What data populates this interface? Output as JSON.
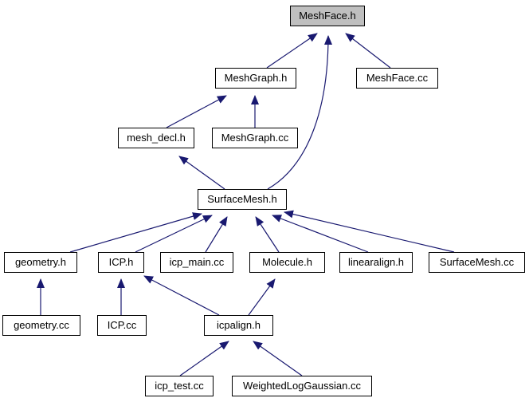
{
  "graph": {
    "nodes": {
      "meshface_h": "MeshFace.h",
      "meshgraph_h": "MeshGraph.h",
      "meshface_cc": "MeshFace.cc",
      "mesh_decl_h": "mesh_decl.h",
      "meshgraph_cc": "MeshGraph.cc",
      "surfacemesh_h": "SurfaceMesh.h",
      "geometry_h": "geometry.h",
      "icp_h": "ICP.h",
      "icp_main_cc": "icp_main.cc",
      "molecule_h": "Molecule.h",
      "linearalign_h": "linearalign.h",
      "surfacemesh_cc": "SurfaceMesh.cc",
      "geometry_cc": "geometry.cc",
      "icp_cc": "ICP.cc",
      "icpalign_h": "icpalign.h",
      "icp_test_cc": "icp_test.cc",
      "weighted_cc": "WeightedLogGaussian.cc"
    },
    "edges": [
      [
        "meshgraph_h",
        "meshface_h"
      ],
      [
        "meshface_cc",
        "meshface_h"
      ],
      [
        "surfacemesh_h",
        "meshface_h"
      ],
      [
        "mesh_decl_h",
        "meshgraph_h"
      ],
      [
        "meshgraph_cc",
        "meshgraph_h"
      ],
      [
        "surfacemesh_h",
        "mesh_decl_h"
      ],
      [
        "geometry_h",
        "surfacemesh_h"
      ],
      [
        "icp_h",
        "surfacemesh_h"
      ],
      [
        "icp_main_cc",
        "surfacemesh_h"
      ],
      [
        "molecule_h",
        "surfacemesh_h"
      ],
      [
        "linearalign_h",
        "surfacemesh_h"
      ],
      [
        "surfacemesh_cc",
        "surfacemesh_h"
      ],
      [
        "geometry_cc",
        "geometry_h"
      ],
      [
        "icp_cc",
        "icp_h"
      ],
      [
        "icpalign_h",
        "icp_h"
      ],
      [
        "icpalign_h",
        "molecule_h"
      ],
      [
        "icp_test_cc",
        "icpalign_h"
      ],
      [
        "weighted_cc",
        "icpalign_h"
      ]
    ],
    "colors": {
      "edge": "#191970",
      "root_fill": "#bfbfbf",
      "node_fill": "#ffffff",
      "node_border": "#000000"
    }
  }
}
